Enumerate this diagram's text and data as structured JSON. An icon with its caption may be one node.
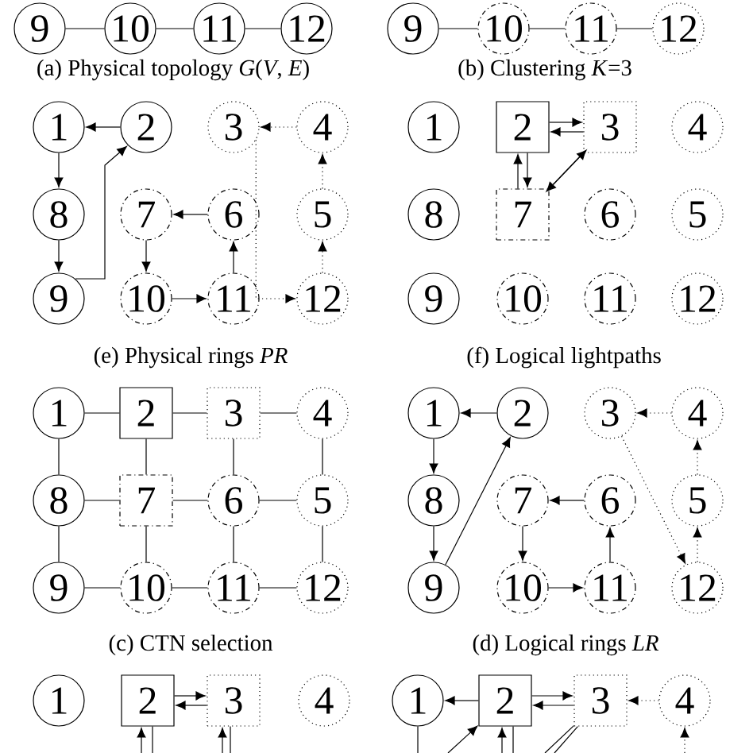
{
  "diagram": {
    "nodes": [
      {
        "text": [
          "9"
        ]
      },
      {
        "text": [
          "10"
        ]
      },
      {
        "text": [
          "11"
        ]
      },
      {
        "text": [
          "12"
        ]
      },
      {
        "text": [
          "9"
        ]
      },
      {
        "text": [
          "10"
        ]
      },
      {
        "text": [
          "11"
        ]
      },
      {
        "text": [
          "12"
        ]
      },
      {
        "text": [
          "1"
        ]
      },
      {
        "text": [
          "2"
        ]
      },
      {
        "text": [
          "3"
        ]
      },
      {
        "text": [
          "4"
        ]
      },
      {
        "text": [
          "8"
        ]
      },
      {
        "text": [
          "7"
        ]
      },
      {
        "text": [
          "6"
        ]
      },
      {
        "text": [
          "5"
        ]
      },
      {
        "text": [
          "9"
        ]
      },
      {
        "text": [
          "10"
        ]
      },
      {
        "text": [
          "11"
        ]
      },
      {
        "text": [
          "12"
        ]
      },
      {
        "text": [
          "1"
        ]
      },
      {
        "text": [
          "2"
        ]
      },
      {
        "text": [
          "3"
        ]
      },
      {
        "text": [
          "4"
        ]
      },
      {
        "text": [
          "8"
        ]
      },
      {
        "text": [
          "7"
        ]
      },
      {
        "text": [
          "6"
        ]
      },
      {
        "text": [
          "5"
        ]
      },
      {
        "text": [
          "9"
        ]
      },
      {
        "text": [
          "10"
        ]
      },
      {
        "text": [
          "11"
        ]
      },
      {
        "text": [
          "12"
        ]
      },
      {
        "text": [
          "1"
        ]
      },
      {
        "text": [
          "2"
        ]
      },
      {
        "text": [
          "3"
        ]
      },
      {
        "text": [
          "4"
        ]
      },
      {
        "text": [
          "8"
        ]
      },
      {
        "text": [
          "7"
        ]
      },
      {
        "text": [
          "6"
        ]
      },
      {
        "text": [
          "5"
        ]
      },
      {
        "text": [
          "9"
        ]
      },
      {
        "text": [
          "10"
        ]
      },
      {
        "text": [
          "11"
        ]
      },
      {
        "text": [
          "12"
        ]
      },
      {
        "text": [
          "1"
        ]
      },
      {
        "text": [
          "2"
        ]
      },
      {
        "text": [
          "3"
        ]
      },
      {
        "text": [
          "4"
        ]
      },
      {
        "text": [
          "8"
        ]
      },
      {
        "text": [
          "7"
        ]
      },
      {
        "text": [
          "6"
        ]
      },
      {
        "text": [
          "5"
        ]
      },
      {
        "text": [
          "9"
        ]
      },
      {
        "text": [
          "10"
        ]
      },
      {
        "text": [
          "11"
        ]
      },
      {
        "text": [
          "12"
        ]
      },
      {
        "text": [
          "1"
        ]
      },
      {
        "text": [
          "2"
        ]
      },
      {
        "text": [
          "3"
        ]
      },
      {
        "text": [
          "4"
        ]
      },
      {
        "text": [
          "1"
        ]
      },
      {
        "text": [
          "2"
        ]
      },
      {
        "text": [
          "3"
        ]
      },
      {
        "text": [
          "4"
        ]
      }
    ],
    "edges": [
      {
        "from": 0,
        "to": 1,
        "arrow": "none"
      },
      {
        "from": 1,
        "to": 2,
        "arrow": "none"
      },
      {
        "from": 2,
        "to": 3,
        "arrow": "none"
      },
      {
        "from": 4,
        "to": 5,
        "arrow": "none"
      },
      {
        "from": 5,
        "to": 6,
        "arrow": "none"
      },
      {
        "from": 6,
        "to": 7,
        "arrow": "none"
      },
      {
        "from": 9,
        "to": 8,
        "arrow": "to"
      },
      {
        "from": 8,
        "to": 12,
        "arrow": "to"
      },
      {
        "from": 12,
        "to": 16,
        "arrow": "to"
      },
      {
        "from": 16,
        "to": 9,
        "arrow": "to"
      },
      {
        "from": 14,
        "to": 13,
        "arrow": "to"
      },
      {
        "from": 13,
        "to": 17,
        "arrow": "to"
      },
      {
        "from": 17,
        "to": 18,
        "arrow": "to"
      },
      {
        "from": 18,
        "to": 14,
        "arrow": "to"
      },
      {
        "from": 11,
        "to": 10,
        "arrow": "to",
        "style": "dashed"
      },
      {
        "from": 15,
        "to": 11,
        "arrow": "to",
        "style": "dashed"
      },
      {
        "from": 19,
        "to": 15,
        "arrow": "to",
        "style": "dashed"
      },
      {
        "from": 10,
        "to": 19,
        "arrow": "to",
        "style": "dashed"
      },
      {
        "from": 21,
        "to": 22,
        "arrow": "to"
      },
      {
        "from": 22,
        "to": 21,
        "arrow": "to"
      },
      {
        "from": 25,
        "to": 21,
        "arrow": "to"
      },
      {
        "from": 21,
        "to": 25,
        "arrow": "to"
      },
      {
        "from": 22,
        "to": 25,
        "arrow": "to"
      },
      {
        "from": 25,
        "to": 22,
        "arrow": "to"
      },
      {
        "from": 32,
        "to": 33,
        "arrow": "none"
      },
      {
        "from": 33,
        "to": 34,
        "arrow": "none"
      },
      {
        "from": 34,
        "to": 35,
        "arrow": "none"
      },
      {
        "from": 32,
        "to": 36,
        "arrow": "none"
      },
      {
        "from": 33,
        "to": 37,
        "arrow": "none"
      },
      {
        "from": 34,
        "to": 38,
        "arrow": "none"
      },
      {
        "from": 35,
        "to": 39,
        "arrow": "none"
      },
      {
        "from": 36,
        "to": 37,
        "arrow": "none"
      },
      {
        "from": 37,
        "to": 38,
        "arrow": "none"
      },
      {
        "from": 38,
        "to": 39,
        "arrow": "none"
      },
      {
        "from": 36,
        "to": 40,
        "arrow": "none"
      },
      {
        "from": 37,
        "to": 41,
        "arrow": "none"
      },
      {
        "from": 38,
        "to": 42,
        "arrow": "none"
      },
      {
        "from": 39,
        "to": 43,
        "arrow": "none"
      },
      {
        "from": 40,
        "to": 41,
        "arrow": "none"
      },
      {
        "from": 41,
        "to": 42,
        "arrow": "none"
      },
      {
        "from": 42,
        "to": 43,
        "arrow": "none"
      },
      {
        "from": 45,
        "to": 44,
        "arrow": "to"
      },
      {
        "from": 44,
        "to": 48,
        "arrow": "to"
      },
      {
        "from": 48,
        "to": 52,
        "arrow": "to"
      },
      {
        "from": 52,
        "to": 45,
        "arrow": "to"
      },
      {
        "from": 50,
        "to": 49,
        "arrow": "to"
      },
      {
        "from": 49,
        "to": 53,
        "arrow": "to"
      },
      {
        "from": 53,
        "to": 54,
        "arrow": "to"
      },
      {
        "from": 54,
        "to": 50,
        "arrow": "to"
      },
      {
        "from": 47,
        "to": 46,
        "arrow": "to",
        "style": "dashed"
      },
      {
        "from": 51,
        "to": 47,
        "arrow": "to",
        "style": "dashed"
      },
      {
        "from": 55,
        "to": 51,
        "arrow": "to",
        "style": "dashed"
      },
      {
        "from": 46,
        "to": 55,
        "arrow": "to",
        "style": "dashed"
      },
      {
        "from": 57,
        "to": 58,
        "arrow": "to"
      },
      {
        "from": 58,
        "to": 57,
        "arrow": "to"
      },
      {
        "from": null,
        "to": 57,
        "arrow": "to"
      },
      {
        "from": 57,
        "to": null,
        "arrow": "none"
      },
      {
        "from": null,
        "to": 58,
        "arrow": "to"
      },
      {
        "from": 58,
        "to": null,
        "arrow": "none"
      },
      {
        "from": 61,
        "to": 60,
        "arrow": "to"
      },
      {
        "from": 61,
        "to": 62,
        "arrow": "to"
      },
      {
        "from": 62,
        "to": 61,
        "arrow": "to"
      },
      {
        "from": 63,
        "to": 62,
        "arrow": "to",
        "style": "dashed"
      },
      {
        "from": 60,
        "to": null,
        "arrow": "none"
      },
      {
        "from": null,
        "to": 61,
        "arrow": "to"
      },
      {
        "from": null,
        "to": 61,
        "arrow": "to"
      },
      {
        "from": 61,
        "to": null,
        "arrow": "none"
      },
      {
        "from": 62,
        "to": null,
        "arrow": "none"
      },
      {
        "from": 62,
        "to": null,
        "arrow": "none"
      },
      {
        "from": null,
        "to": 63,
        "arrow": "to",
        "style": "dashed"
      }
    ],
    "labels": [
      "(a) Physical topology *G*(*V*, *E*)",
      "(b) Clustering *K*=3",
      "(e) Physical rings *PR*",
      "(f) Logical lightpaths",
      "(c) CTN selection",
      "(d) Logical rings *LR*"
    ]
  }
}
